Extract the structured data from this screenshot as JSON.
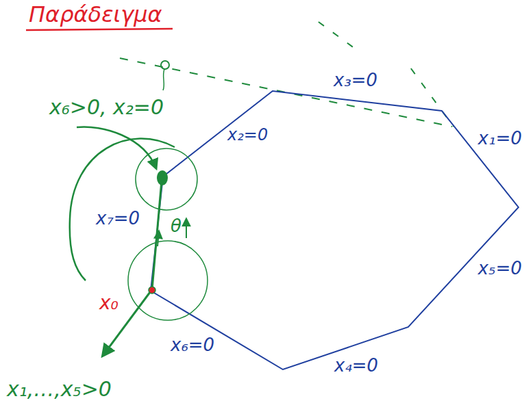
{
  "diagram": {
    "title": "Παράδειγμα",
    "labels": [
      "x₃=0",
      "x₁=0",
      "x₂=0",
      "x₇=0",
      "θ",
      "x₀",
      "x₆=0",
      "x₄=0",
      "x₅=0",
      "x₆>0, x₂=0",
      "x₁,…,x₅>0"
    ]
  }
}
